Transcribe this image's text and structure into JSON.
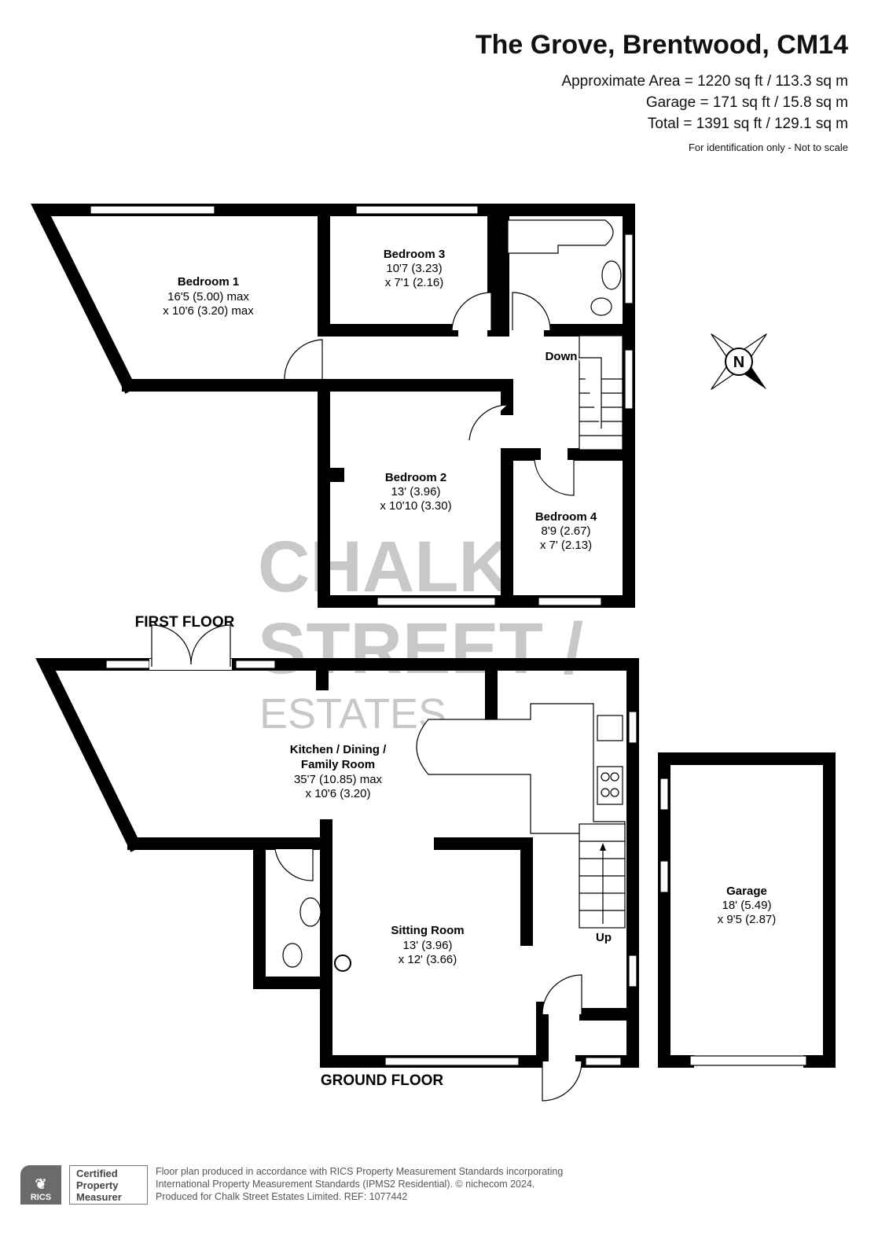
{
  "header": {
    "title": "The Grove, Brentwood, CM14",
    "areas": [
      "Approximate Area = 1220 sq ft / 113.3 sq m",
      "Garage = 171 sq ft / 15.8 sq m",
      "Total = 1391 sq ft / 129.1 sq m"
    ],
    "note": "For identification only - Not to scale"
  },
  "compass": {
    "label": "N",
    "icon": "compass-north-icon"
  },
  "first_floor": {
    "label": "FIRST FLOOR",
    "rooms": [
      {
        "name": "Bedroom 1",
        "dims": [
          "16'5 (5.00) max",
          "x 10'6 (3.20) max"
        ]
      },
      {
        "name": "Bedroom 3",
        "dims": [
          "10'7 (3.23)",
          "x 7'1 (2.16)"
        ]
      },
      {
        "name": "Bedroom 2",
        "dims": [
          "13' (3.96)",
          "x 10'10 (3.30)"
        ]
      },
      {
        "name": "Bedroom 4",
        "dims": [
          "8'9 (2.67)",
          "x 7' (2.13)"
        ]
      }
    ],
    "stairs_label": "Down"
  },
  "ground_floor": {
    "label": "GROUND FLOOR",
    "rooms": [
      {
        "name": "Kitchen / Dining /",
        "name2": "Family Room",
        "dims": [
          "35'7 (10.85) max",
          "x 10'6 (3.20)"
        ]
      },
      {
        "name": "Sitting Room",
        "dims": [
          "13' (3.96)",
          "x 12' (3.66)"
        ]
      },
      {
        "name": "Garage",
        "dims": [
          "18' (5.49)",
          "x 9'5 (2.87)"
        ]
      }
    ],
    "stairs_label": "Up"
  },
  "watermark": {
    "line1": "CHALK",
    "line2": "STREET /",
    "line3": "ESTATES"
  },
  "footer": {
    "badge_logo": "RICS",
    "badge_text": [
      "Certified",
      "Property",
      "Measurer"
    ],
    "lines": [
      "Floor plan produced in accordance with RICS Property Measurement Standards incorporating",
      "International Property Measurement Standards (IPMS2 Residential).   © nichecom 2024.",
      "Produced for Chalk Street Estates Limited.   REF:  1077442"
    ]
  }
}
